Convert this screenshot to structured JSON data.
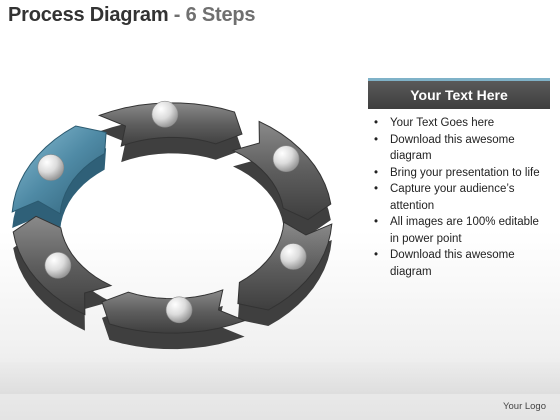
{
  "title": {
    "main": "Process Diagram",
    "separator": " - ",
    "steps": "6 Steps"
  },
  "diagram": {
    "step_count": 6,
    "highlighted_step": 6,
    "colors": {
      "segment_fill": "#6b6b6b",
      "segment_dark": "#3f3f3f",
      "highlight_fill": "#5a93ad",
      "highlight_dark": "#2f6078",
      "ball": "#e6e6e6"
    }
  },
  "text_box": {
    "header": "Your Text Here",
    "accent_color": "#7fb2c8",
    "bullets": [
      "Your Text Goes here",
      "Download this awesome diagram",
      "Bring your presentation to life",
      "Capture your audience’s attention",
      "All images are 100% editable in power point",
      "Download this awesome diagram"
    ]
  },
  "footer": {
    "logo": "Your Logo"
  }
}
